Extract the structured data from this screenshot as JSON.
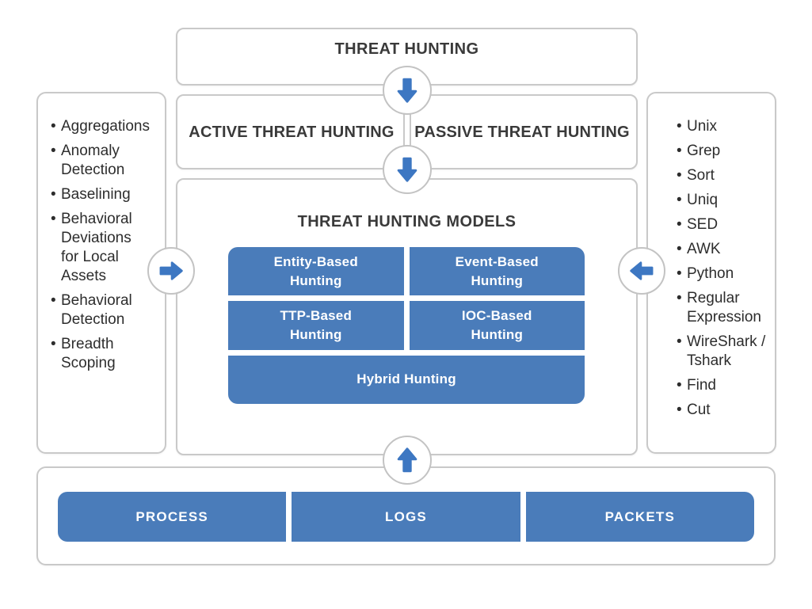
{
  "colors": {
    "accent_blue": "#4a7cba",
    "arrow_blue": "#3d77c2",
    "border_gray": "#c9c9c9",
    "heading_text": "#3a3a3a",
    "list_text": "#2d2d2d"
  },
  "icons": [
    "arrow-down-icon",
    "arrow-right-icon",
    "arrow-left-icon",
    "arrow-up-icon",
    "bullet-dot"
  ],
  "top_box": {
    "title": "THREAT HUNTING"
  },
  "split_box": {
    "left_label": "ACTIVE THREAT HUNTING",
    "right_label": "PASSIVE THREAT HUNTING"
  },
  "models_box": {
    "title": "THREAT HUNTING MODELS",
    "buttons": [
      [
        "Entity-Based\nHunting",
        "Event-Based\nHunting"
      ],
      [
        "TTP-Based\nHunting",
        "IOC-Based\nHunting"
      ],
      [
        "Hybrid Hunting"
      ]
    ]
  },
  "left_panel": {
    "items": [
      "Aggregations",
      "Anomaly\nDetection",
      "Baselining",
      "Behavioral\nDeviations\nfor Local\nAssets",
      "Behavioral\nDetection",
      "Breadth\nScoping"
    ]
  },
  "right_panel": {
    "items": [
      "Unix",
      "Grep",
      "Sort",
      "Uniq",
      "SED",
      "AWK",
      "Python",
      "Regular\nExpression",
      "WireShark /\nTshark",
      "Find",
      "Cut"
    ]
  },
  "bottom_box": {
    "buttons": [
      "PROCESS",
      "LOGS",
      "PACKETS"
    ]
  }
}
